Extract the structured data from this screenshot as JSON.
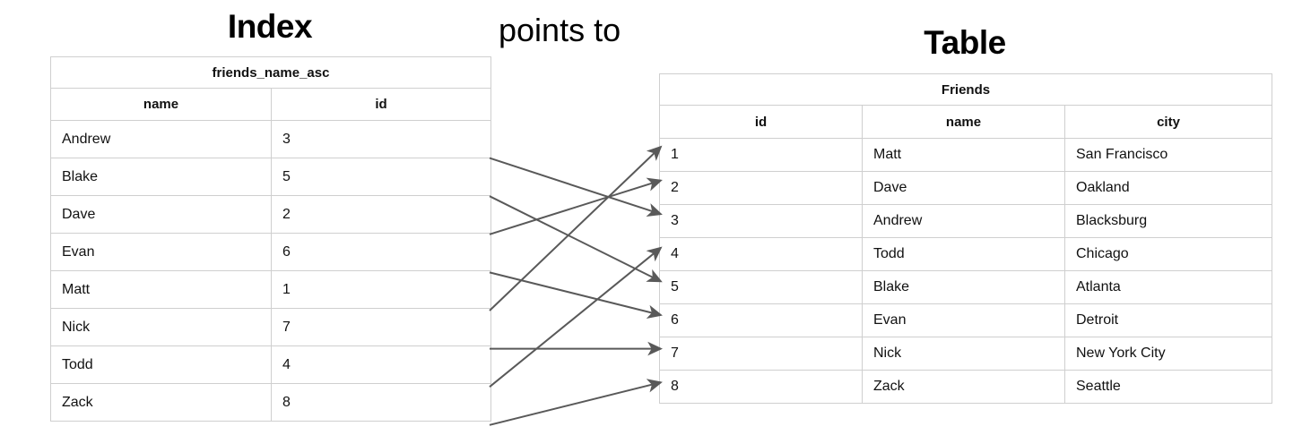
{
  "index_panel": {
    "title": "Index",
    "table_name": "friends_name_asc",
    "columns": [
      "name",
      "id"
    ],
    "rows": [
      {
        "name": "Andrew",
        "id": "3"
      },
      {
        "name": "Blake",
        "id": "5"
      },
      {
        "name": "Dave",
        "id": "2"
      },
      {
        "name": "Evan",
        "id": "6"
      },
      {
        "name": "Matt",
        "id": "1"
      },
      {
        "name": "Nick",
        "id": "7"
      },
      {
        "name": "Todd",
        "id": "4"
      },
      {
        "name": "Zack",
        "id": "8"
      }
    ]
  },
  "connector": {
    "label": "points to",
    "arrow_color": "#595959",
    "links": [
      {
        "from_index_row": 0,
        "from_name": "Andrew",
        "to_table_row": 2,
        "to_id": "3"
      },
      {
        "from_index_row": 1,
        "from_name": "Blake",
        "to_table_row": 4,
        "to_id": "5"
      },
      {
        "from_index_row": 2,
        "from_name": "Dave",
        "to_table_row": 1,
        "to_id": "2"
      },
      {
        "from_index_row": 3,
        "from_name": "Evan",
        "to_table_row": 5,
        "to_id": "6"
      },
      {
        "from_index_row": 4,
        "from_name": "Matt",
        "to_table_row": 0,
        "to_id": "1"
      },
      {
        "from_index_row": 5,
        "from_name": "Nick",
        "to_table_row": 6,
        "to_id": "7"
      },
      {
        "from_index_row": 6,
        "from_name": "Todd",
        "to_table_row": 3,
        "to_id": "4"
      },
      {
        "from_index_row": 7,
        "from_name": "Zack",
        "to_table_row": 7,
        "to_id": "8"
      }
    ]
  },
  "table_panel": {
    "title": "Table",
    "table_name": "Friends",
    "columns": [
      "id",
      "name",
      "city"
    ],
    "rows": [
      {
        "id": "1",
        "name": "Matt",
        "city": "San Francisco"
      },
      {
        "id": "2",
        "name": "Dave",
        "city": "Oakland"
      },
      {
        "id": "3",
        "name": "Andrew",
        "city": "Blacksburg"
      },
      {
        "id": "4",
        "name": "Todd",
        "city": "Chicago"
      },
      {
        "id": "5",
        "name": "Blake",
        "city": "Atlanta"
      },
      {
        "id": "6",
        "name": "Evan",
        "city": "Detroit"
      },
      {
        "id": "7",
        "name": "Nick",
        "city": "New York City"
      },
      {
        "id": "8",
        "name": "Zack",
        "city": "Seattle"
      }
    ]
  },
  "style": {
    "border_color": "#cfcfcf",
    "text_color": "#111111",
    "background": "#ffffff"
  }
}
